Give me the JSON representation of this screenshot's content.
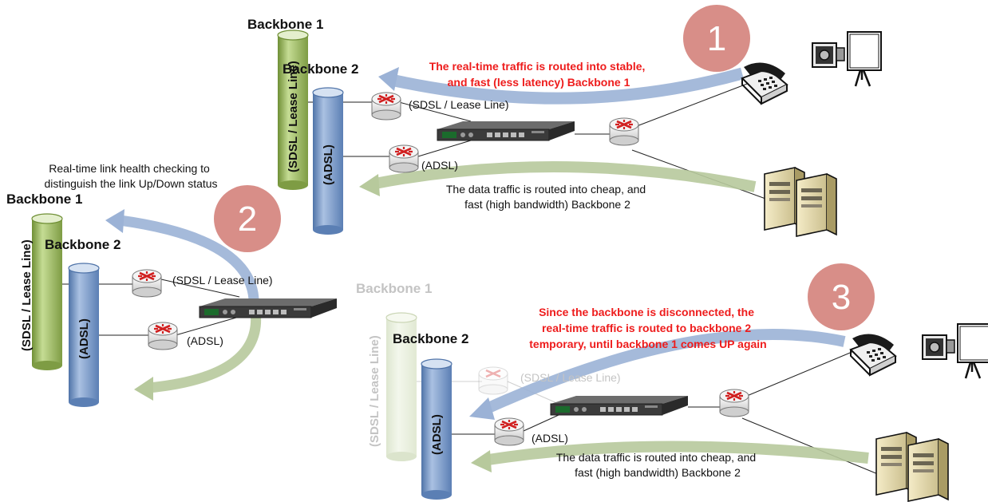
{
  "scenario1": {
    "step": "1",
    "backbone1_title": "Backbone 1",
    "backbone2_title": "Backbone 2",
    "cylinder1_label": "(SDSL / Lease Line)",
    "cylinder2_label": "(ADSL)",
    "router_top_label": "(SDSL / Lease Line)",
    "router_bottom_label": "(ADSL)",
    "realtime_note": [
      "The real-time traffic is routed into stable,",
      "and fast (less latency) Backbone 1"
    ],
    "data_note": [
      "The data traffic is routed into cheap, and",
      "fast (high bandwidth) Backbone 2"
    ]
  },
  "scenario2": {
    "step": "2",
    "health_note": [
      "Real-time link health checking to",
      "distinguish the link Up/Down status"
    ],
    "backbone1_title": "Backbone 1",
    "backbone2_title": "Backbone 2",
    "cylinder1_label": "(SDSL / Lease Line)",
    "cylinder2_label": "(ADSL)",
    "router_top_label": "(SDSL / Lease Line)",
    "router_bottom_label": "(ADSL)"
  },
  "scenario3": {
    "step": "3",
    "backbone1_title": "Backbone 1",
    "backbone2_title": "Backbone 2",
    "cylinder1_label": "(SDSL / Lease Line)",
    "cylinder2_label": "(ADSL)",
    "router_top_label": "(SDSL / Lease Line)",
    "router_bottom_label": "(ADSL)",
    "failover_note": [
      "Since the backbone is disconnected, the",
      "real-time traffic is routed to backbone 2",
      "temporary, until backbone 1 comes UP again"
    ],
    "data_note": [
      "The data traffic is routed into cheap, and",
      "fast (high bandwidth) Backbone 2"
    ]
  },
  "colors": {
    "green_backbone": "#9cbb5a",
    "blue_backbone": "#7c9cc8",
    "blue_arrow": "#9bb2d6",
    "green_arrow": "#b7c99c",
    "step_circle": "#d88e88",
    "red_text": "#ee1c1c",
    "faded": "#cccccc"
  }
}
